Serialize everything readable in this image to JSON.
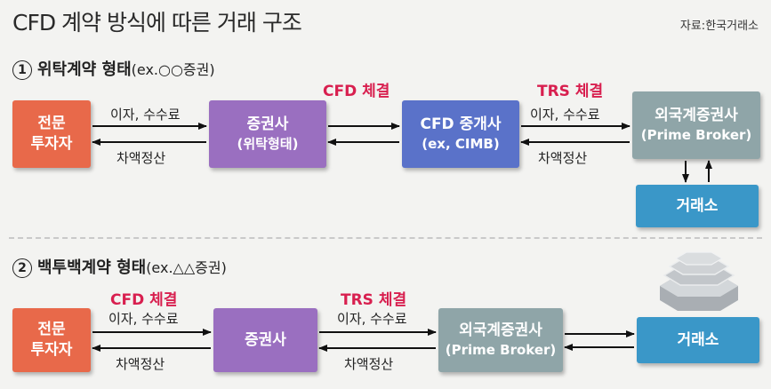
{
  "title": "CFD 계약 방식에 따른 거래 구조",
  "source": "자료:한국거래소",
  "section1": {
    "num": "1",
    "heading": "위탁계약 형태",
    "sub": "(ex.○○증권)",
    "cfd_deal": "CFD 체결",
    "trs_deal": "TRS 체결",
    "boxes": {
      "investor": [
        "전문",
        "투자자"
      ],
      "broker": [
        "증권사",
        "(위탁형태)"
      ],
      "cfd_broker": [
        "CFD 중개사",
        "(ex, CIMB)"
      ],
      "foreign": [
        "외국계증권사",
        "(Prime Broker)"
      ],
      "exchange": [
        "거래소"
      ]
    },
    "labels": {
      "fee1": "이자, 수수료",
      "settle1": "차액정산",
      "fee2": "이자, 수수료",
      "settle2": "차액정산"
    }
  },
  "section2": {
    "num": "2",
    "heading": "백투백계약 형태",
    "sub": "(ex.△△증권)",
    "cfd_deal": "CFD 체결",
    "trs_deal": "TRS 체결",
    "boxes": {
      "investor": [
        "전문",
        "투자자"
      ],
      "broker": [
        "증권사"
      ],
      "foreign": [
        "외국계증권사",
        "(Prime Broker)"
      ],
      "exchange": [
        "거래소"
      ]
    },
    "labels": {
      "fee1": "이자, 수수료",
      "settle1": "차액정산",
      "fee2": "이자, 수수료",
      "settle2": "차액정산"
    }
  },
  "colors": {
    "investor": "#e8694a",
    "broker": "#9a6fc0",
    "cfd_broker": "#5a72c9",
    "foreign": "#8fa5a8",
    "exchange": "#3a97c8",
    "deal_text": "#d81f4f"
  },
  "icons": [
    "exchange-building-icon"
  ]
}
